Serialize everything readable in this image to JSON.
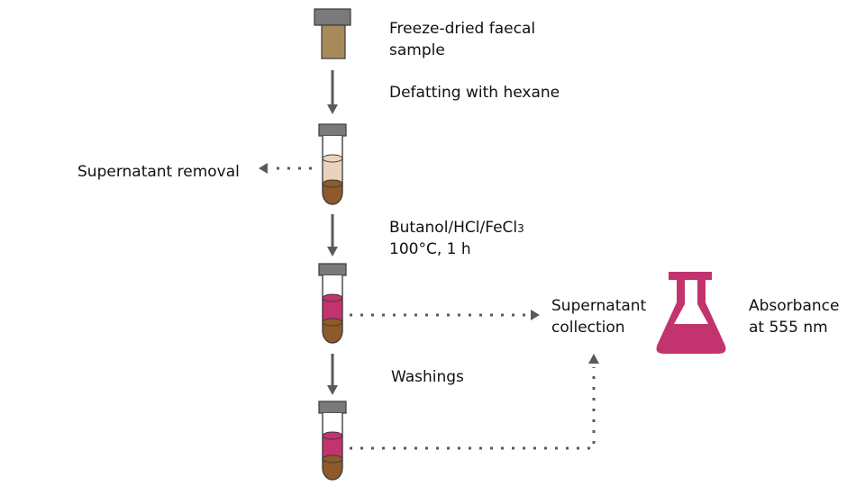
{
  "labels": {
    "sample_line1": "Freeze-dried faecal",
    "sample_line2": "sample",
    "step1": "Defatting with hexane",
    "removal": "Supernatant removal",
    "step2_line1_main": "Butanol/HCl/FeCl",
    "step2_line1_sub": "3",
    "step2_line2": "100°C, 1 h",
    "step3": "Washings",
    "collection_line1": "Supernatant",
    "collection_line2": "collection",
    "absorbance_line1": "Absorbance",
    "absorbance_line2": "at  555 nm"
  },
  "colors": {
    "cap": "#7a7a7a",
    "sample_powder": "#a88a5a",
    "pellet": "#8e5a2a",
    "hexane_supernatant": "#ead3bd",
    "anthocyanidin_supernatant": "#c3336e",
    "arrow": "#5a5a5a",
    "flask": "#c3336e"
  },
  "icons": [
    "cap-icon",
    "sample-vial-icon",
    "test-tube-icon",
    "flask-icon"
  ]
}
